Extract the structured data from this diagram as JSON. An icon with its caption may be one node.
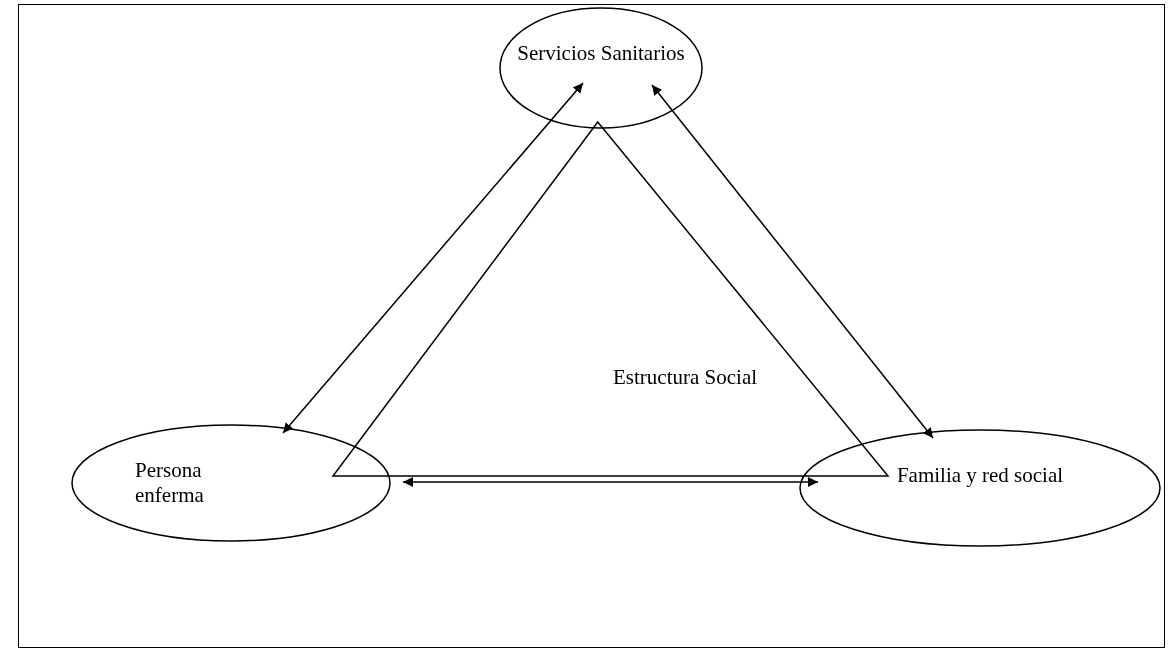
{
  "diagram": {
    "nodes": [
      {
        "text": [
          "Servicios Sanitarios"
        ]
      },
      {
        "text": [
          "Estructura Social"
        ]
      },
      {
        "text": [
          "Persona enferma"
        ]
      },
      {
        "text": [
          "Familia y red social"
        ]
      }
    ],
    "edges": [
      {
        "from": 2,
        "to": 0,
        "arrow": "both"
      },
      {
        "from": 0,
        "to": 3,
        "arrow": "both"
      },
      {
        "from": 2,
        "to": 3,
        "arrow": "both"
      }
    ]
  }
}
